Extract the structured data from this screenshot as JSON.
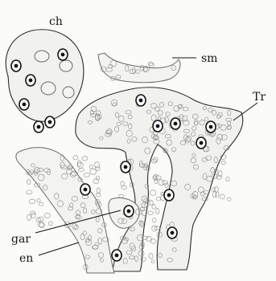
{
  "labels": {
    "ch": "ch",
    "sm": "sm",
    "tr": "Tr",
    "gar": "gar",
    "en": "en"
  },
  "colors": {
    "ink": "#141414",
    "paper": "#fbfbf9",
    "tissue": "#f1f1ed"
  }
}
